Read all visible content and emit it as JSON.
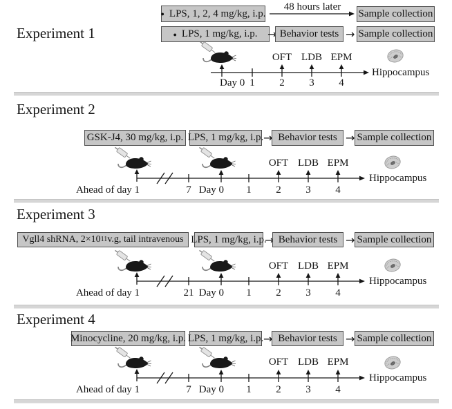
{
  "icons": {
    "arrow_right": "→",
    "bullet": "●"
  },
  "colors": {
    "box_fill": "#c6c6c6",
    "box_border": "#4f4f4f",
    "separator": "#d6d6d6",
    "ink": "#161616"
  },
  "experiments": [
    {
      "title": "Experiment 1",
      "top_row": {
        "treatment": "LPS, 1, 2, 4 mg/kg, i.p.",
        "arrow_label": "48 hours later",
        "sample": "Sample collection"
      },
      "main_row": {
        "treatment": "LPS, 1 mg/kg, i.p.",
        "behavior": "Behavior tests",
        "sample": "Sample collection"
      },
      "timeline": {
        "day0": "Day 0",
        "day_ticks": [
          "1",
          "2",
          "3",
          "4"
        ],
        "tests": [
          "OFT",
          "LDB",
          "EPM"
        ],
        "endpoint": "Hippocampus"
      }
    },
    {
      "title": "Experiment 2",
      "main_row": {
        "treatment": "GSK-J4, 30 mg/kg, i.p.",
        "lps": "LPS, 1 mg/kg, i.p.",
        "behavior": "Behavior tests",
        "sample": "Sample collection"
      },
      "timeline": {
        "ahead": "Ahead of day 1",
        "pre_tick": "7",
        "day0": "Day 0",
        "day_ticks": [
          "1",
          "2",
          "3",
          "4"
        ],
        "tests": [
          "OFT",
          "LDB",
          "EPM"
        ],
        "endpoint": "Hippocampus"
      }
    },
    {
      "title": "Experiment 3",
      "main_row": {
        "treatment_pre": "Vgll4 shRNA, 2×10",
        "treatment_sup": "11",
        "treatment_post": " v.g, tail intravenous",
        "lps": "LPS, 1 mg/kg, i.p.",
        "behavior": "Behavior tests",
        "sample": "Sample collection"
      },
      "timeline": {
        "ahead": "Ahead of day 1",
        "pre_tick": "21",
        "day0": "Day 0",
        "day_ticks": [
          "1",
          "2",
          "3",
          "4"
        ],
        "tests": [
          "OFT",
          "LDB",
          "EPM"
        ],
        "endpoint": "Hippocampus"
      }
    },
    {
      "title": "Experiment 4",
      "main_row": {
        "treatment": "Minocycline, 20 mg/kg, i.p.",
        "lps": "LPS, 1 mg/kg, i.p.",
        "behavior": "Behavior tests",
        "sample": "Sample collection"
      },
      "timeline": {
        "ahead": "Ahead of day 1",
        "pre_tick": "7",
        "day0": "Day 0",
        "day_ticks": [
          "1",
          "2",
          "3",
          "4"
        ],
        "tests": [
          "OFT",
          "LDB",
          "EPM"
        ],
        "endpoint": "Hippocampus"
      }
    }
  ]
}
